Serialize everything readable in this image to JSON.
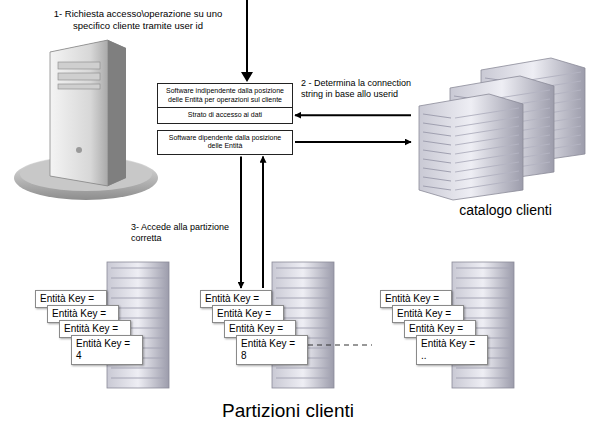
{
  "diagram": {
    "nodes": [
      {
        "text": [
          "Software indipendente dalla posizione delle Entità per operazioni sul cliente"
        ]
      },
      {
        "text": [
          "Strato di accesso ai dati"
        ]
      },
      {
        "text": [
          "Software dipendente dalla posizione delle Entità"
        ]
      },
      {
        "text": [
          "catalogo clienti"
        ]
      },
      {
        "text": [
          "Entità Key ="
        ]
      },
      {
        "text": [
          "Entità Key ="
        ]
      },
      {
        "text": [
          "Entità Key ="
        ]
      },
      {
        "text": [
          "Entità Key = 4"
        ]
      },
      {
        "text": [
          "Entità Key ="
        ]
      },
      {
        "text": [
          "Entità Key ="
        ]
      },
      {
        "text": [
          "Entità Key ="
        ]
      },
      {
        "text": [
          "Entità Key = 8"
        ]
      },
      {
        "text": [
          "Entità Key ="
        ]
      },
      {
        "text": [
          "Entità Key ="
        ]
      },
      {
        "text": [
          "Entità Key ="
        ]
      },
      {
        "text": [
          "Entità Key = .."
        ]
      }
    ],
    "edges": [
      {
        "from": 3,
        "to": 1,
        "arrow": "to",
        "label": "2 - Determina la connection string in base allo userid"
      },
      {
        "from": 2,
        "to": 3,
        "arrow": "to"
      },
      {
        "from": 2,
        "to": 8,
        "arrow": "to",
        "label": "3- Accede alla partizione corretta"
      },
      {
        "from": 8,
        "to": 2,
        "arrow": "to"
      }
    ],
    "labels": [
      "1- Richiesta accesso\\operazione su uno specifico cliente tramite user id",
      "Partizioni clienti"
    ]
  }
}
